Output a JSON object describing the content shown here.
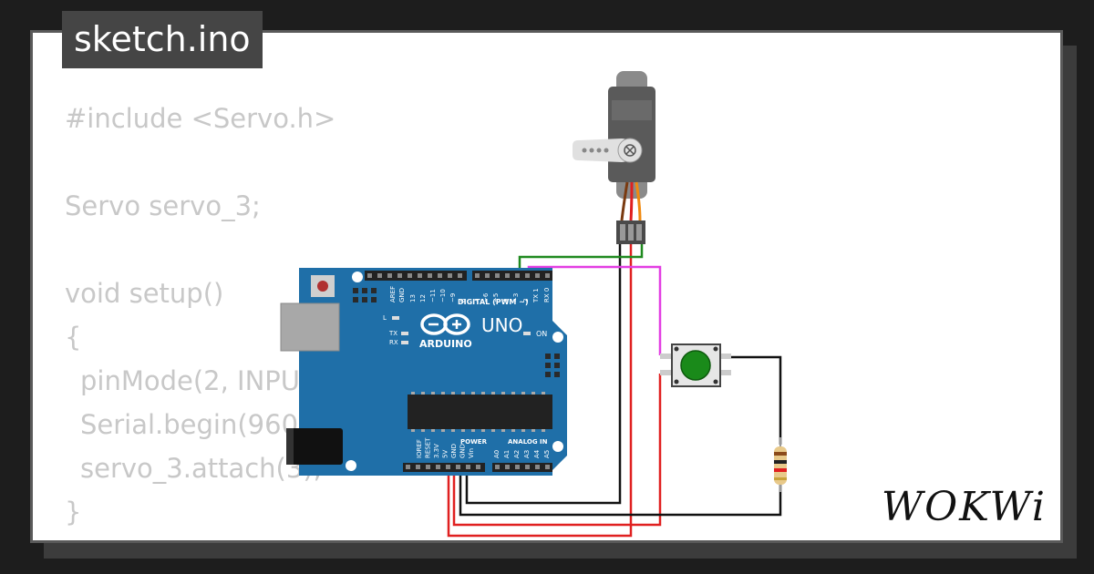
{
  "title": "sketch.ino",
  "code_lines": [
    {
      "text": "#include <Servo.h>",
      "indent": false
    },
    {
      "text": "",
      "indent": false
    },
    {
      "text": "Servo servo_3;",
      "indent": false
    },
    {
      "text": "",
      "indent": false
    },
    {
      "text": "void setup()",
      "indent": false
    },
    {
      "text": "{",
      "indent": false
    },
    {
      "text": "pinMode(2, INPUT);",
      "indent": true
    },
    {
      "text": "Serial.begin(9600);",
      "indent": true
    },
    {
      "text": "servo_3.attach(3);",
      "indent": true
    },
    {
      "text": "}",
      "indent": false
    }
  ],
  "board": {
    "brand": "ARDUINO",
    "model": "UNO",
    "on_label": "ON",
    "l_label": "L",
    "tx_label": "TX",
    "rx_label": "RX",
    "digital_header": "DIGITAL (PWM ~)",
    "power_header": "POWER",
    "analog_header": "ANALOG IN",
    "top_pin_labels": [
      "AREF",
      "GND",
      "13",
      "12",
      "~11",
      "~10",
      "~9",
      "8",
      "7",
      "~6",
      "~5",
      "4",
      "~3",
      "2",
      "TX 1",
      "RX 0"
    ],
    "power_pin_labels": [
      "IOREF",
      "RESET",
      "3.3V",
      "5V",
      "GND",
      "GND",
      "Vin"
    ],
    "analog_pin_labels": [
      "A0",
      "A1",
      "A2",
      "A3",
      "A4",
      "A5"
    ]
  },
  "logo": "WOKWi",
  "colors": {
    "board": "#1f6fa8",
    "wire_red": "#e02020",
    "wire_black": "#111111",
    "wire_green": "#1f8a1f",
    "wire_magenta": "#e23de2",
    "button": "#1a8a1a",
    "servo_body": "#5a5a5a",
    "code_text": "#c8c8c8"
  }
}
